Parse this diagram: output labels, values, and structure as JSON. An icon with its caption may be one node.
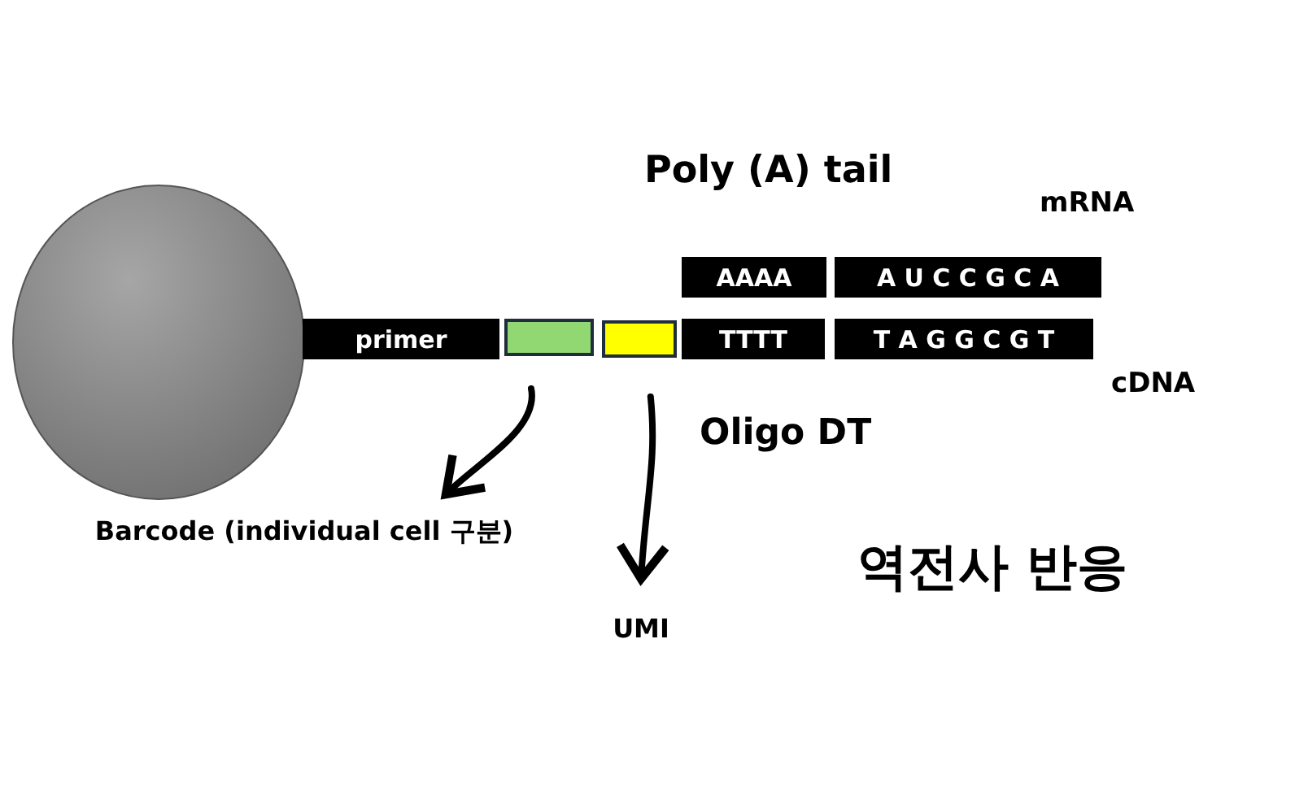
{
  "diagram": {
    "nodes": [
      {
        "text": [],
        "shape": "circle"
      },
      {
        "text": [
          "primer"
        ]
      },
      {
        "text": [],
        "shape": "box"
      },
      {
        "text": [],
        "shape": "box"
      },
      {
        "text": [
          "AAAA"
        ]
      },
      {
        "text": [
          "A U C C G C A"
        ]
      },
      {
        "text": [
          "TTTT"
        ]
      },
      {
        "text": [
          "T A G G C G T"
        ]
      },
      {
        "text": [
          "Barcode (individual cell 구분)"
        ]
      },
      {
        "text": [
          "UMI"
        ]
      }
    ],
    "edges": [
      {
        "from": 2,
        "to": 8,
        "arrow": "to"
      },
      {
        "from": 3,
        "to": 9,
        "arrow": "to"
      }
    ],
    "labels": [
      "Poly (A) tail",
      "mRNA",
      "cDNA",
      "Oligo DT",
      "역전사 반응"
    ]
  }
}
